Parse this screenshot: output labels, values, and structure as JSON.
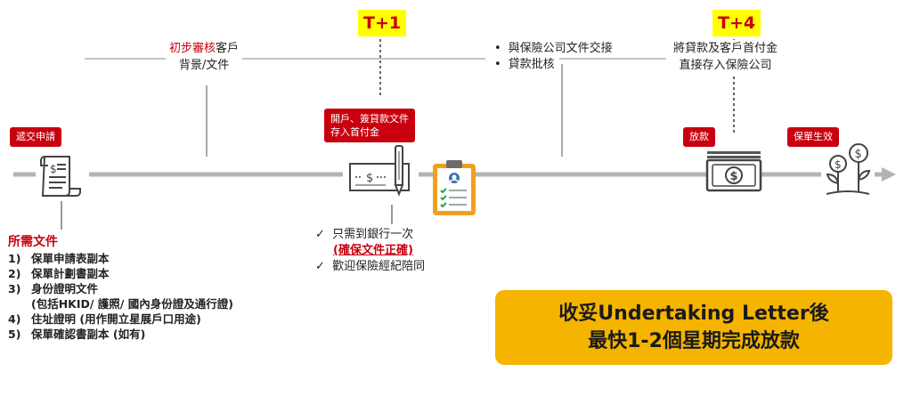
{
  "markers": {
    "t1": "T+1",
    "t4": "T+4"
  },
  "top_labels": {
    "review_red": "初步審核",
    "review_black": "客戶",
    "review_line2": "背景/文件",
    "insurer_bullets": [
      "與保險公司文件交接",
      "貸款批核"
    ],
    "deposit_line1": "將貸款及客戶首付金",
    "deposit_line2": "直接存入保險公司"
  },
  "badges": {
    "submit": "遞交申請",
    "account_line1": "開戶、簽貸款文件",
    "account_line2": "存入首付金",
    "loan": "放款",
    "effective": "保單生效"
  },
  "required_docs": {
    "title": "所需文件",
    "items": [
      {
        "num": "1)",
        "text": "保單申請表副本"
      },
      {
        "num": "2)",
        "text": "保單計劃書副本"
      },
      {
        "num": "3)",
        "text": "身份證明文件"
      },
      {
        "num": "",
        "text": "(包括HKID/ 護照/ 國內身份證及通行證)"
      },
      {
        "num": "4)",
        "text": "住址證明 (用作開立星展戶口用途)"
      },
      {
        "num": "5)",
        "text": "保單確認書副本 (如有)"
      }
    ]
  },
  "checks": {
    "item1": "只需到銀行一次",
    "item1_note": "(確保文件正確)",
    "item2": "歡迎保險經紀陪同"
  },
  "banner": {
    "line1": "收妥Undertaking Letter後",
    "line2": "最快1-2個星期完成放款"
  },
  "colors": {
    "accent_red": "#c8000f",
    "highlight_yellow": "#ffff00",
    "banner_gold": "#f5b400",
    "timeline_gray": "#b3b3b3"
  },
  "icons": [
    "document-dollar-icon",
    "cheque-pen-icon",
    "clipboard-checklist-icon",
    "cash-stack-icon",
    "money-plant-icon",
    "arrow-right-icon"
  ]
}
